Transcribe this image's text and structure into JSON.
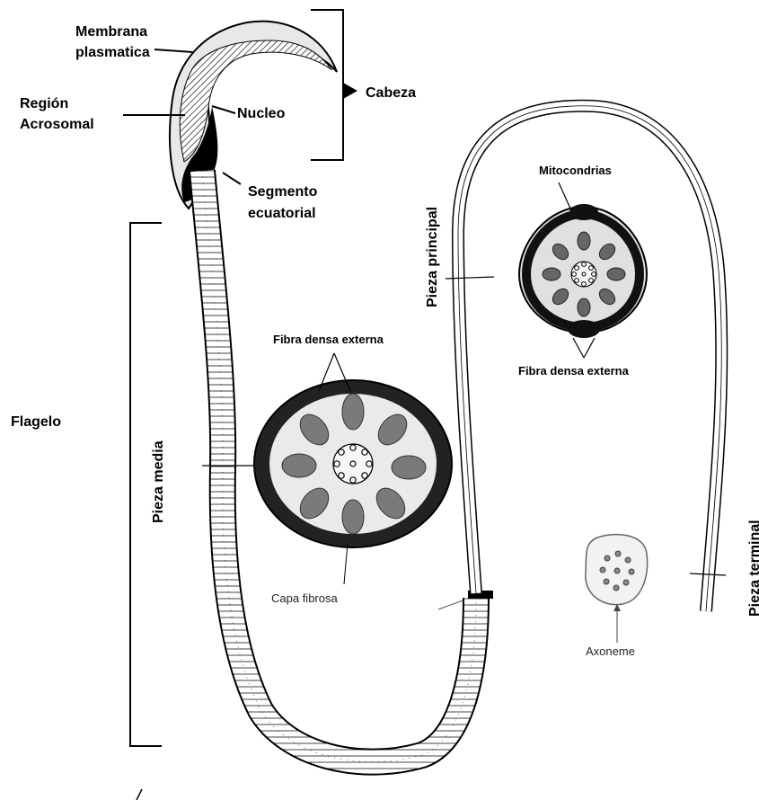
{
  "labels": {
    "membrana_1": "Membrana",
    "membrana_2": "plasmatica",
    "region_1": "Región",
    "region_2": "Acrosomal",
    "nucleo": "Nucleo",
    "cabeza": "Cabeza",
    "segmento_1": "Segmento",
    "segmento_2": "ecuatorial",
    "flagelo": "Flagelo",
    "pieza_media": "Pieza media",
    "pieza_principal": "Pieza principal",
    "pieza_terminal": "Pieza terminal",
    "mitocondrias": "Mitocondrias",
    "fibra_densa_externa_1": "Fibra densa externa",
    "fibra_densa_externa_2": "Fibra densa externa",
    "capa_fibrosa": "Capa fibrosa",
    "axoneme": "Axoneme"
  },
  "colors": {
    "ink": "#000000",
    "mitochondria": "#7a7a7a",
    "sheath": "#2a2a2a",
    "background": "#ffffff"
  }
}
